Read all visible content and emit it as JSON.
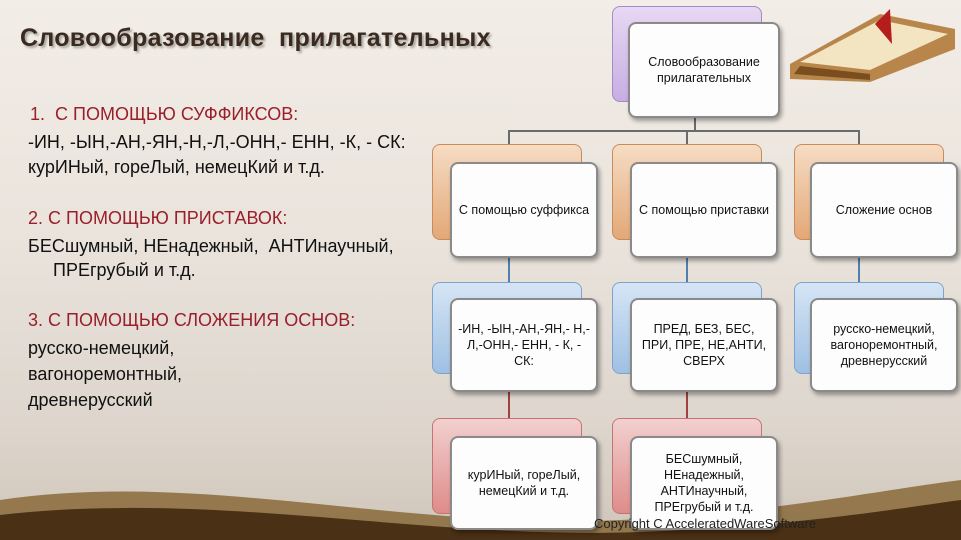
{
  "title": "Словообразование  прилагательных",
  "list": [
    {
      "head": "1.  С ПОМОЩЬЮ СУФФИКСОВ:",
      "lines": [
        "-ИН, -ЫН,-АН,-ЯН,-Н,-Л,-ОНН,- ЕНН, -К, - СК:",
        "курИНый, гореЛый, немецКий и т.д."
      ]
    },
    {
      "head": "2. С ПОМОЩЬЮ ПРИСТАВОК:",
      "lines": [
        "БЕСшумный, НЕнадежный,  АНТИнаучный,",
        "     ПРЕгрубый и т.д."
      ]
    },
    {
      "head": "3. С ПОМОЩЬЮ СЛОЖЕНИЯ ОСНОВ:",
      "lines": [
        "русско-немецкий,",
        "вагоноремонтный,",
        "древнерусский"
      ]
    }
  ],
  "diagram": {
    "root": "Словообразование прилагательных",
    "level1": [
      "С помощью суффикса",
      "С помощью приставки",
      "Сложение основ"
    ],
    "level2": [
      "-ИН, -ЫН,-АН,-ЯН,- Н,-Л,-ОНН,- ЕНН, - К, - СК:",
      "ПРЕД, БЕЗ, БЕС, ПРИ, ПРЕ, НЕ,АНТИ, СВЕРХ",
      "русско-немецкий, вагоноремонтный, древнерусский"
    ],
    "level3": [
      "курИНый, гореЛый, немецКий и т.д.",
      "БЕСшумный, НЕнадежный, АНТИнаучный, ПРЕгрубый и т.д."
    ]
  },
  "copyright": "Copyright C AcceleratedWareSoftware",
  "colors": {
    "title": "#3a2a20",
    "accent_red": "#9a1f2a"
  }
}
